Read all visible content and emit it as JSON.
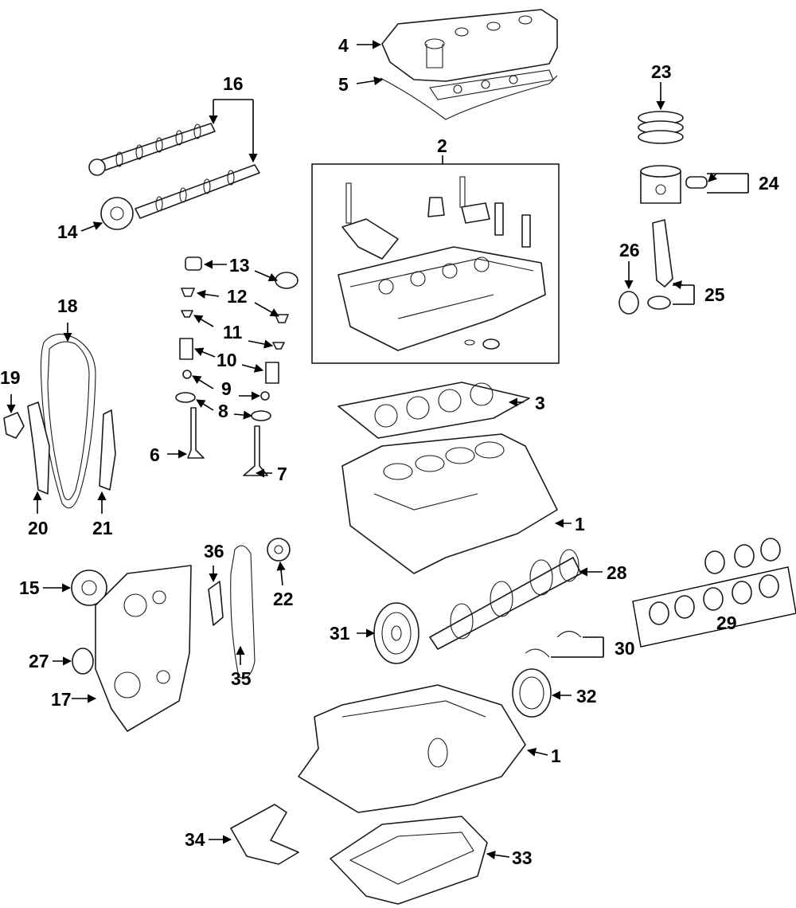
{
  "callouts": [
    {
      "id": "c1a",
      "text": "1"
    },
    {
      "id": "c1b",
      "text": "1"
    },
    {
      "id": "c2",
      "text": "2"
    },
    {
      "id": "c3",
      "text": "3"
    },
    {
      "id": "c4",
      "text": "4"
    },
    {
      "id": "c5",
      "text": "5"
    },
    {
      "id": "c6",
      "text": "6"
    },
    {
      "id": "c7",
      "text": "7"
    },
    {
      "id": "c8a",
      "text": "8"
    },
    {
      "id": "c9",
      "text": "9"
    },
    {
      "id": "c10",
      "text": "10"
    },
    {
      "id": "c11",
      "text": "11"
    },
    {
      "id": "c12",
      "text": "12"
    },
    {
      "id": "c13",
      "text": "13"
    },
    {
      "id": "c14",
      "text": "14"
    },
    {
      "id": "c15",
      "text": "15"
    },
    {
      "id": "c16",
      "text": "16"
    },
    {
      "id": "c17",
      "text": "17"
    },
    {
      "id": "c18",
      "text": "18"
    },
    {
      "id": "c19",
      "text": "19"
    },
    {
      "id": "c20",
      "text": "20"
    },
    {
      "id": "c21",
      "text": "21"
    },
    {
      "id": "c22",
      "text": "22"
    },
    {
      "id": "c23",
      "text": "23"
    },
    {
      "id": "c24",
      "text": "24"
    },
    {
      "id": "c25",
      "text": "25"
    },
    {
      "id": "c26",
      "text": "26"
    },
    {
      "id": "c27",
      "text": "27"
    },
    {
      "id": "c28",
      "text": "28"
    },
    {
      "id": "c29",
      "text": "29"
    },
    {
      "id": "c30",
      "text": "30"
    },
    {
      "id": "c31",
      "text": "31"
    },
    {
      "id": "c32",
      "text": "32"
    },
    {
      "id": "c33",
      "text": "33"
    },
    {
      "id": "c34",
      "text": "34"
    },
    {
      "id": "c35",
      "text": "35"
    },
    {
      "id": "c36",
      "text": "36"
    }
  ]
}
